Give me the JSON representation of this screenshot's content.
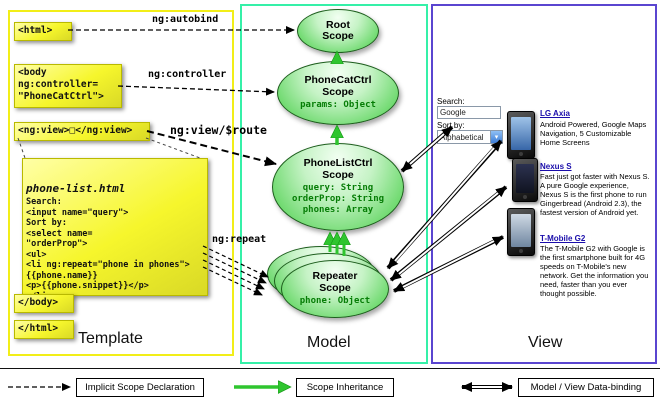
{
  "panels": {
    "template_label": "Template",
    "model_label": "Model",
    "view_label": "View"
  },
  "template": {
    "html_open": "<html>",
    "body_open": "<body\nng:controller=\n\"PhoneCatCtrl\">",
    "ng_view": "<ng:view>□</ng:view>",
    "phone_list_title": "phone-list.html",
    "phone_list_code": "Search:\n<input name=\"query\">\nSort by:\n<select name=\n\"orderProp\">\n<ul>\n<li ng:repeat=\"phone in phones\">\n{{phone.name}}\n<p>{{phone.snippet}}</p>\n</li>...\n</ul>",
    "body_close": "</body>",
    "html_close": "</html>"
  },
  "arrow_labels": {
    "autobind": "ng:autobind",
    "controller": "ng:controller",
    "view_route": "ng:view/$route",
    "repeat": "ng:repeat"
  },
  "model": {
    "root": {
      "title": "Root\nScope"
    },
    "phonecat": {
      "title": "PhoneCatCtrl\nScope",
      "props": "params: Object"
    },
    "phonelist": {
      "title": "PhoneListCtrl\nScope",
      "props": "query: String\norderProp: String\nphones: Array"
    },
    "repeater": {
      "title": "Repeater\nScope",
      "props": "phone: Object"
    }
  },
  "view": {
    "search_label": "Search:",
    "search_value": "Google",
    "sort_label": "Sort by:",
    "sort_value": "Alphabetical",
    "phones": [
      {
        "name": "LG Axia",
        "desc": "Android Powered, Google Maps Navigation, 5 Customizable Home Screens"
      },
      {
        "name": "Nexus S",
        "desc": "Fast just got faster with Nexus S. A pure Google experience, Nexus S is the first phone to run Gingerbread (Android 2.3), the fastest version of Android yet."
      },
      {
        "name": "T-Mobile G2",
        "desc": "The T-Mobile G2 with Google is the first smartphone built for 4G speeds on T-Mobile's new network. Get the information you need, faster than you ever thought possible."
      }
    ]
  },
  "legend": {
    "implicit": "Implicit Scope Declaration",
    "inheritance": "Scope Inheritance",
    "databinding": "Model / View Data-binding"
  },
  "colors": {
    "template_border": "#f2ee18",
    "model_border": "#35f0a8",
    "view_border": "#5a45d0",
    "inheritance_arrow": "#2fc52f"
  }
}
